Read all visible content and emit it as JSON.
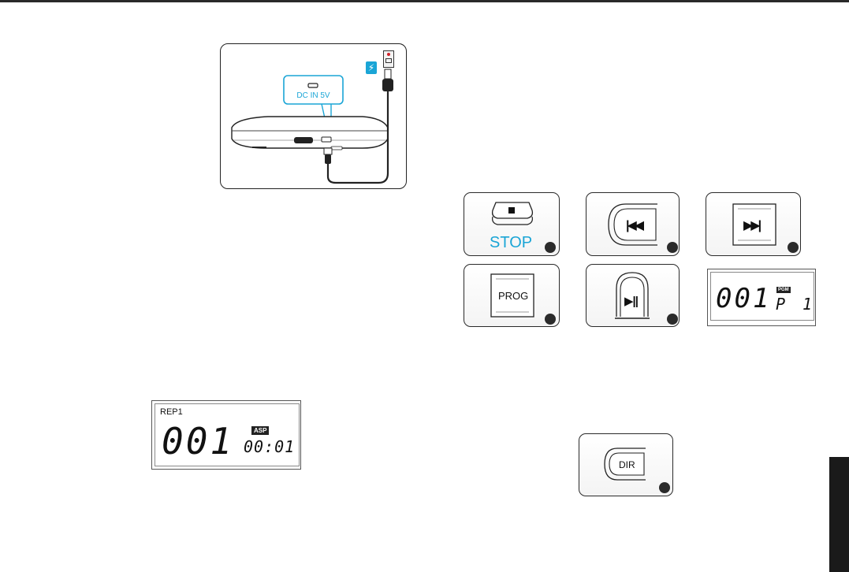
{
  "colors": {
    "accent": "#1aa5d6",
    "dark": "#1a1a1a",
    "topline": "#2a2a2a"
  },
  "usb_figure": {
    "port_label": "DC IN 5V",
    "icons": [
      "bolt-icon",
      "usb-plug-icon"
    ]
  },
  "buttons": {
    "stop_label": "STOP",
    "prog_label": "PROG",
    "dir_label": "DIR",
    "icons": [
      "stop-square-icon",
      "previous-track-icon",
      "next-track-icon",
      "play-pause-icon"
    ]
  },
  "lcd_repeat": {
    "indicator": "REP1",
    "track": "001",
    "badge": "ASP",
    "time": "00:01"
  },
  "lcd_program": {
    "track": "001",
    "badge": "PGM",
    "mode": "P",
    "number": "1"
  }
}
